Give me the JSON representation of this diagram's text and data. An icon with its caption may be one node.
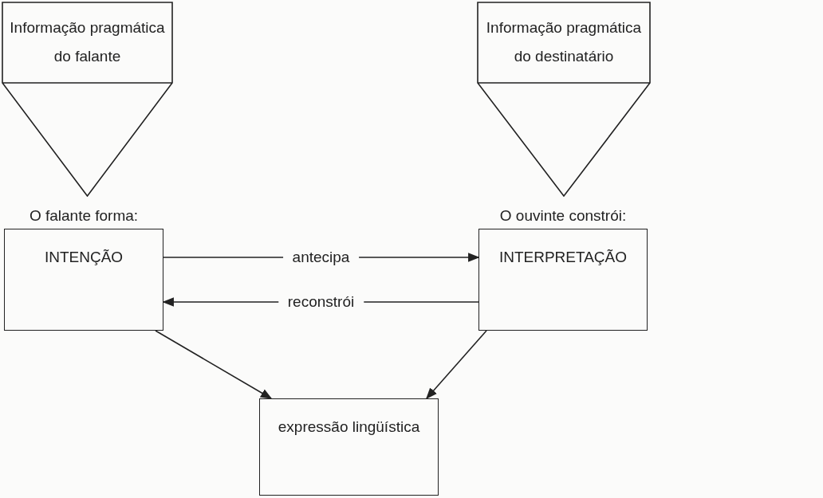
{
  "diagram": {
    "nodes": [
      {
        "text": [
          "Informação pragmática do falante"
        ]
      },
      {
        "text": [
          "Informação pragmática do destinatário"
        ]
      },
      {
        "text": [
          "O falante forma:",
          "INTENÇÃO"
        ]
      },
      {
        "text": [
          "O ouvinte constrói:",
          "INTERPRETAÇÃO"
        ]
      },
      {
        "text": [
          "expressão lingüística"
        ]
      }
    ],
    "edges": [
      {
        "from": 2,
        "to": 3,
        "arrow": "to",
        "label": "antecipa"
      },
      {
        "from": 3,
        "to": 2,
        "arrow": "to",
        "label": "reconstrói"
      },
      {
        "from": 2,
        "to": 4,
        "arrow": "to"
      },
      {
        "from": 3,
        "to": 4,
        "arrow": "to"
      }
    ]
  }
}
